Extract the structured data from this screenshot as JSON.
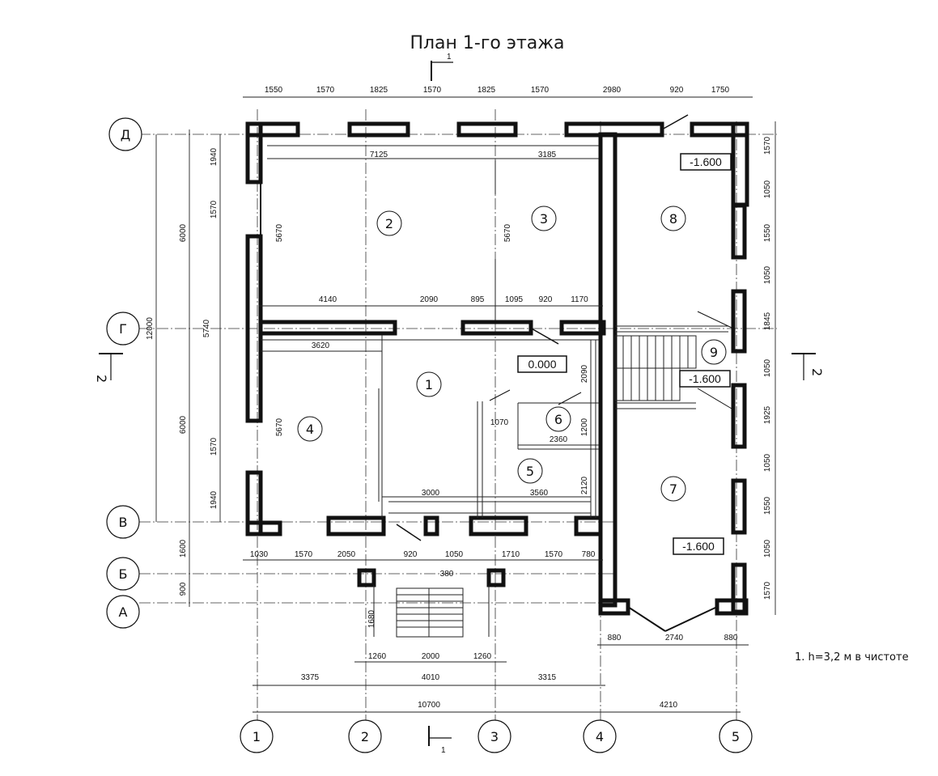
{
  "title": "План 1-го этажа",
  "section_marks": {
    "cut_1_top": "1",
    "cut_1_bottom": "1",
    "cut_2_left": "2",
    "cut_2_right": "2"
  },
  "axes": {
    "columns": [
      "1",
      "2",
      "3",
      "4",
      "5"
    ],
    "rows": [
      "Д",
      "Г",
      "В",
      "Б",
      "А"
    ]
  },
  "dims": {
    "top": [
      "1550",
      "1570",
      "1825",
      "1570",
      "1825",
      "1570",
      "2980",
      "920",
      "1750"
    ],
    "room2_width": "7125",
    "room3_width": "3185",
    "mid": [
      "4140",
      "2090",
      "895",
      "1095",
      "920",
      "1170"
    ],
    "room4_width": "3620",
    "front": [
      "1030",
      "1570",
      "2050",
      "920",
      "1050",
      "1710",
      "1570",
      "780"
    ],
    "bottom_inner": [
      "3000",
      "3560"
    ],
    "porch_col": "380",
    "porch_depth": "1680",
    "porch": [
      "1260",
      "2000",
      "1260"
    ],
    "bay": [
      "880",
      "2740",
      "880"
    ],
    "overall_axis": [
      "3375",
      "4010",
      "3315"
    ],
    "overall_total": "10700",
    "overall_right": "4210",
    "left_outer": [
      "6000",
      "6000"
    ],
    "left_total": "12000",
    "left_mid": [
      "5740"
    ],
    "left_small": [
      "1600",
      "900"
    ],
    "left_walls": [
      "1940",
      "1570",
      "1570",
      "1940"
    ],
    "room_heights": [
      "5670",
      "5670",
      "5670"
    ],
    "room6_width": "1070",
    "room6_depth": "1200",
    "room6_length": "2360",
    "corridor_h": "2090",
    "corridor_h2": "2120",
    "right": [
      "1570",
      "1050",
      "1550",
      "1050",
      "1845",
      "1050",
      "1925",
      "1050",
      "1550",
      "1050",
      "1570"
    ]
  },
  "rooms": [
    "1",
    "2",
    "3",
    "4",
    "5",
    "6",
    "7",
    "8",
    "9"
  ],
  "levels": {
    "zero": "0.000",
    "l8": "-1.600",
    "l9": "-1.600",
    "l7": "-1.600"
  },
  "note": "1. h=3,2 м в чистоте"
}
